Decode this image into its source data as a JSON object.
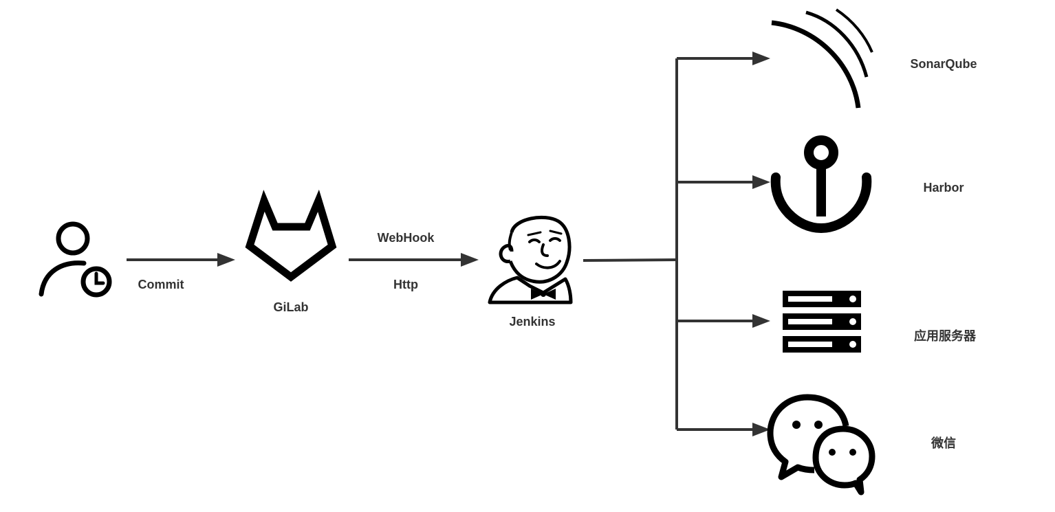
{
  "nodes": {
    "developer": {
      "label": ""
    },
    "gitlab": {
      "label": "GiLab"
    },
    "jenkins": {
      "label": "Jenkins"
    },
    "sonarqube": {
      "label": "SonarQube"
    },
    "harbor": {
      "label": "Harbor"
    },
    "app_server": {
      "label": "应用服务器"
    },
    "wechat": {
      "label": "微信"
    }
  },
  "edges": {
    "developer_to_gitlab": {
      "label": "Commit"
    },
    "gitlab_to_jenkins": {
      "label_top": "WebHook",
      "label_bottom": "Http"
    }
  },
  "colors": {
    "line": "#333333",
    "icon": "#000000",
    "background": "#ffffff"
  }
}
